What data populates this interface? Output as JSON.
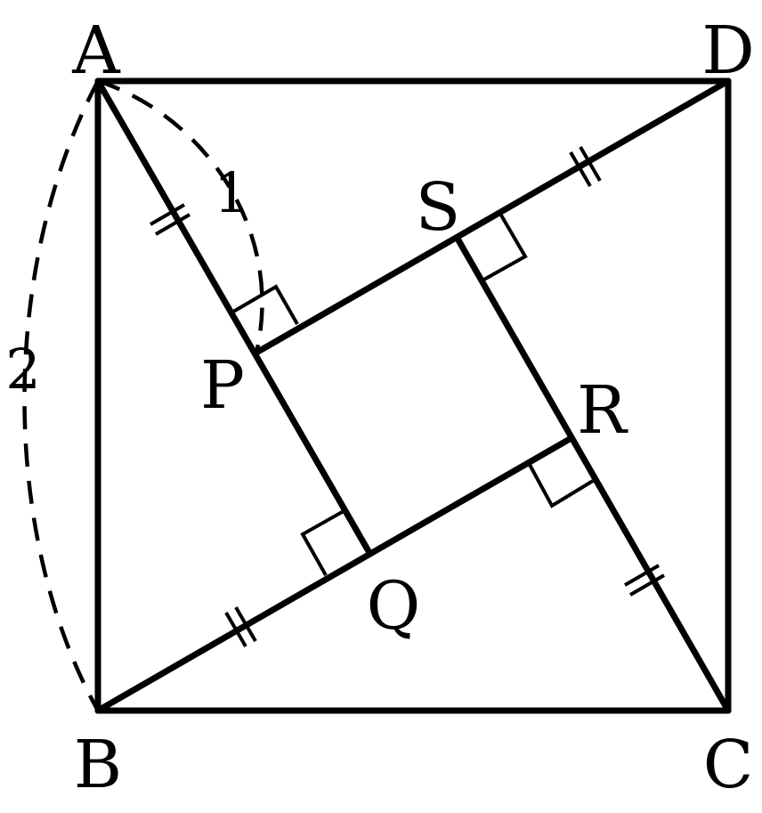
{
  "figure": {
    "vertex_labels": {
      "A": "A",
      "B": "B",
      "C": "C",
      "D": "D",
      "P": "P",
      "Q": "Q",
      "R": "R",
      "S": "S"
    },
    "measure_labels": {
      "AP": "1",
      "AB": "2"
    },
    "right_angles": [
      "P",
      "Q",
      "R",
      "S"
    ],
    "equal_segments": [
      "AP",
      "BQ",
      "CR",
      "DS"
    ],
    "dimension_style": "dashed arc"
  }
}
